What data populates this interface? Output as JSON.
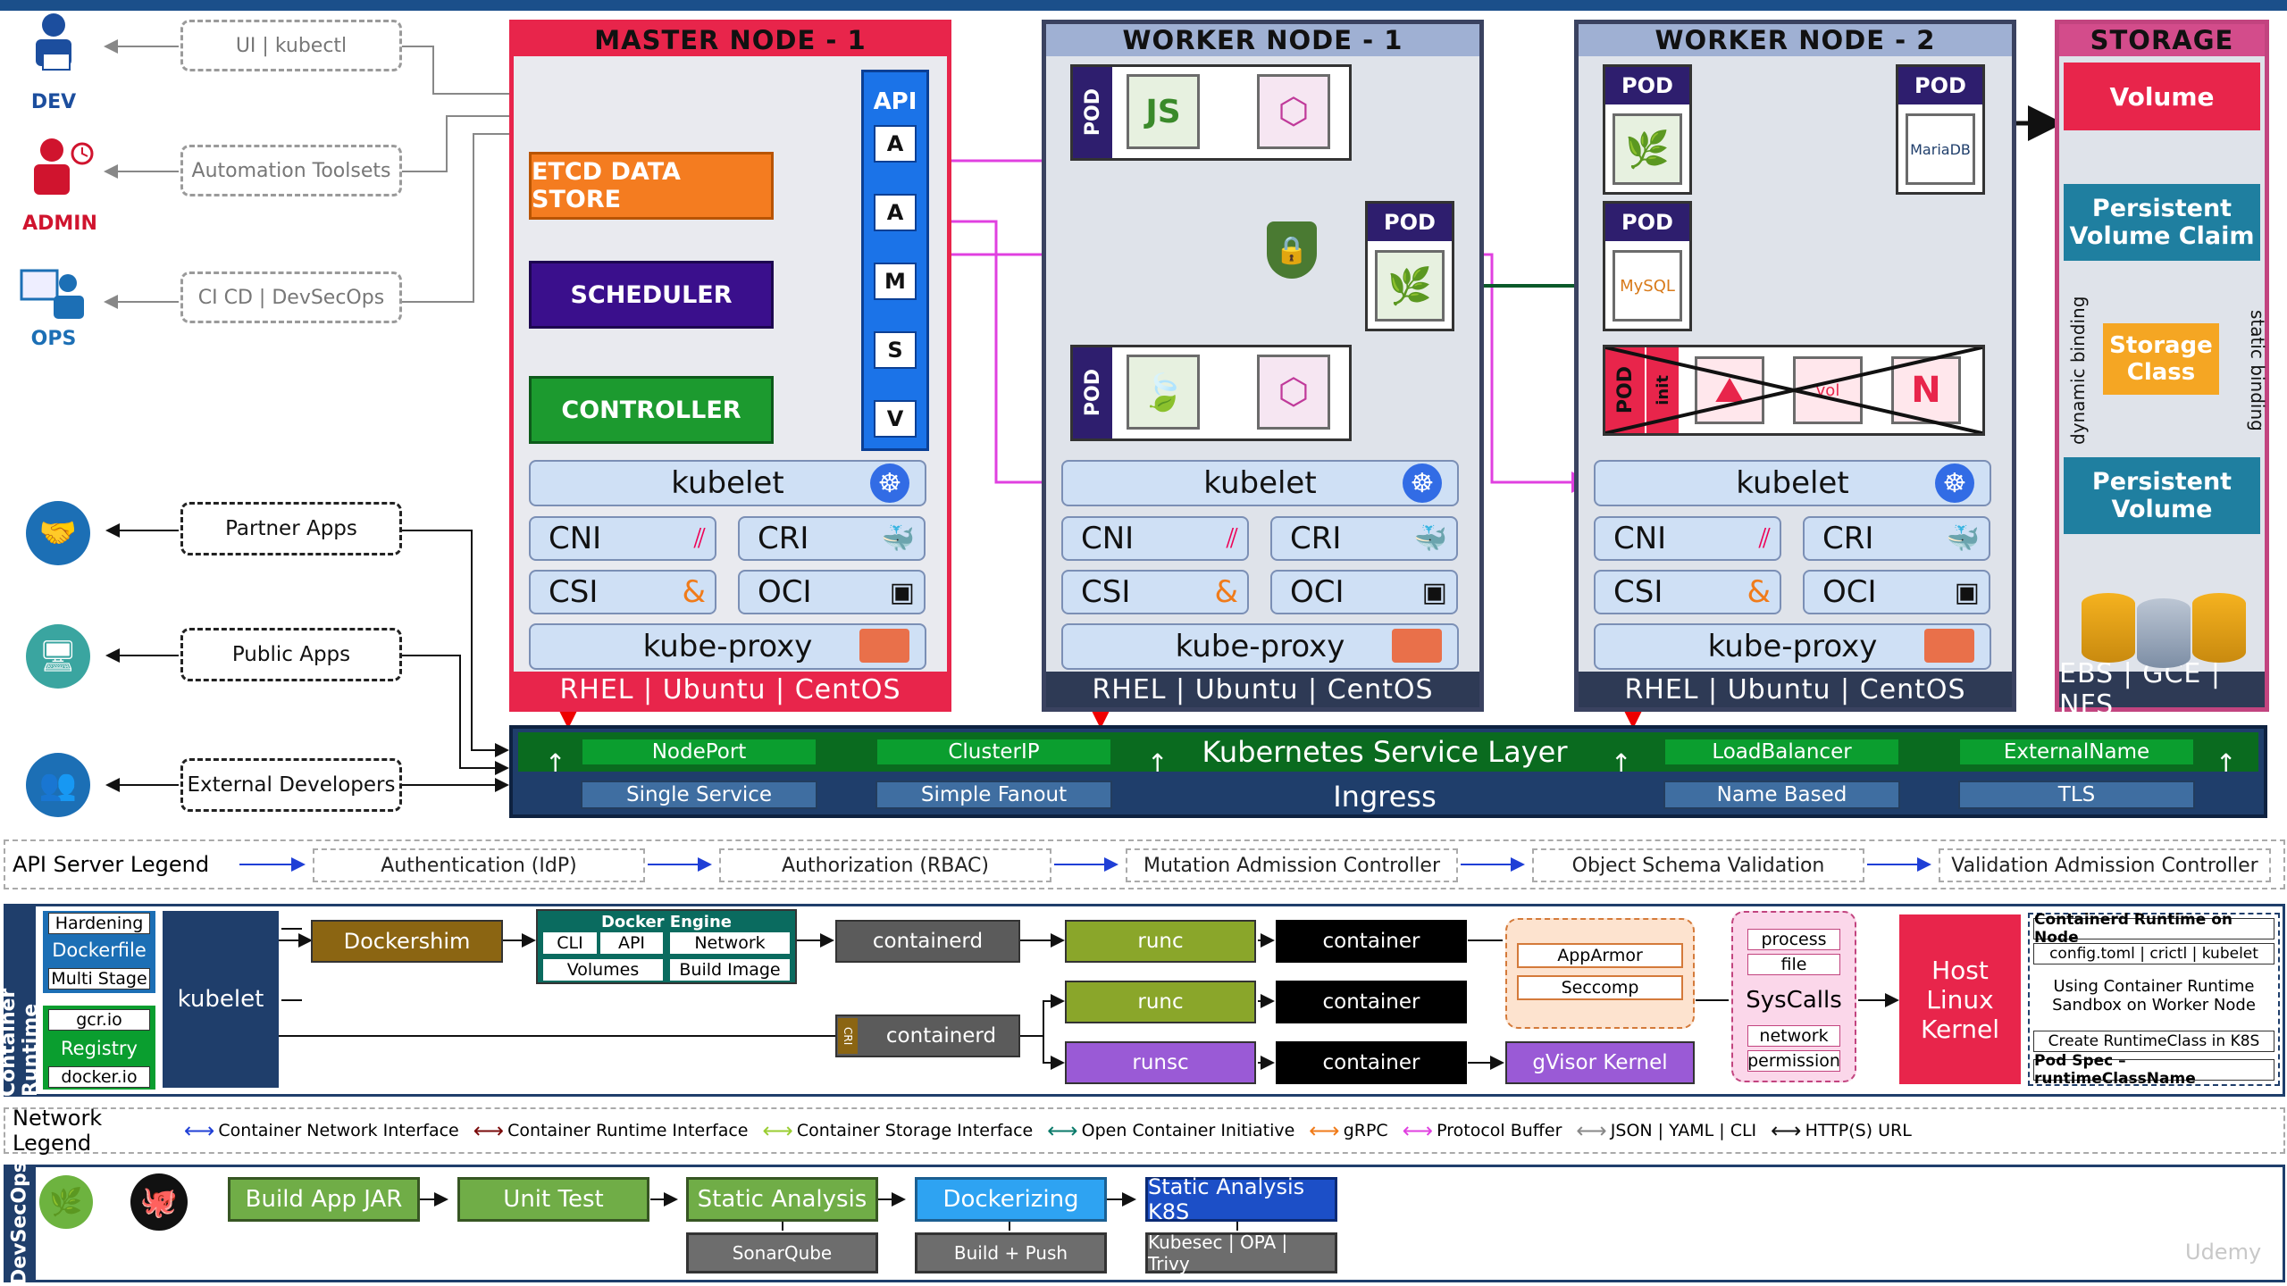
{
  "actors": {
    "dev": {
      "label": "DEV",
      "icon": "developer-icon"
    },
    "admin": {
      "label": "ADMIN",
      "icon": "admin-icon"
    },
    "ops": {
      "label": "OPS",
      "icon": "ops-icon"
    }
  },
  "clients": {
    "ui": "UI | kubectl",
    "automation": "Automation Toolsets",
    "cicd": "CI CD | DevSecOps",
    "partner": "Partner Apps",
    "public": "Public Apps",
    "external": "External Developers"
  },
  "master": {
    "title": "MASTER NODE - 1",
    "etcd": "ETCD DATA STORE",
    "scheduler": "SCHEDULER",
    "controller": "CONTROLLER",
    "api": {
      "title": "API",
      "stages": [
        "A",
        "A",
        "M",
        "S",
        "V"
      ]
    },
    "kubelet": "kubelet",
    "cni": "CNI",
    "cri": "CRI",
    "csi": "CSI",
    "oci": "OCI",
    "kubeproxy": "kube-proxy",
    "os": "RHEL | Ubuntu | CentOS"
  },
  "worker1": {
    "title": "WORKER NODE - 1",
    "pod_label": "POD",
    "kubelet": "kubelet",
    "cni": "CNI",
    "cri": "CRI",
    "csi": "CSI",
    "oci": "OCI",
    "kubeproxy": "kube-proxy",
    "os": "RHEL | Ubuntu | CentOS"
  },
  "worker2": {
    "title": "WORKER NODE - 2",
    "pod_label": "POD",
    "init_label": "init",
    "mariadb": "MariaDB",
    "mysql": "MySQL",
    "vol": "vol",
    "kubelet": "kubelet",
    "cni": "CNI",
    "cri": "CRI",
    "csi": "CSI",
    "oci": "OCI",
    "kubeproxy": "kube-proxy",
    "os": "RHEL | Ubuntu | CentOS"
  },
  "storage": {
    "title": "STORAGE",
    "volume": "Volume",
    "pvc": "Persistent Volume Claim",
    "storage_class": "Storage Class",
    "pv": "Persistent Volume",
    "dynamic": "dynamic binding",
    "static": "static binding",
    "foot": "EBS | GCE | NFS"
  },
  "service_layer": {
    "title": "Kubernetes Service Layer",
    "ingress": "Ingress",
    "services": [
      "NodePort",
      "ClusterIP",
      "LoadBalancer",
      "ExternalName"
    ],
    "ingress_types": [
      "Single Service",
      "Simple Fanout",
      "Name Based",
      "TLS"
    ]
  },
  "api_legend": {
    "title": "API Server Legend",
    "steps": [
      "Authentication (IdP)",
      "Authorization (RBAC)",
      "Mutation Admission Controller",
      "Object Schema Validation",
      "Validation Admission Controller"
    ]
  },
  "container_runtime": {
    "side": "Container Runtime",
    "hardening": "Hardening",
    "dockerfile": "Dockerfile",
    "multistage": "Multi Stage",
    "gcr": "gcr.io",
    "registry": "Registry",
    "dockerio": "docker.io",
    "kubelet": "kubelet",
    "dockershim": "Dockershim",
    "docker_engine": "Docker Engine",
    "de_items": [
      "CLI",
      "API",
      "Network",
      "Volumes",
      "Build Image"
    ],
    "containerd": "containerd",
    "cri": "CRI",
    "runc": "runc",
    "runsc": "runsc",
    "container": "container",
    "apparmor": "AppArmor",
    "seccomp": "Seccomp",
    "gvisor": "gVisor Kernel",
    "process": "process",
    "file": "file",
    "syscalls": "SysCalls",
    "network": "network",
    "permission": "permission",
    "host_kernel": "Host Linux Kernel",
    "notes": [
      "Containerd Runtime on Node",
      "config.toml | crictl | kubelet",
      "Using Container Runtime Sandbox on Worker Node",
      "Create RuntimeClass in K8S",
      "Pod Spec – runtimeClassName"
    ]
  },
  "network_legend": {
    "title": "Network Legend",
    "items": [
      "Container Network Interface",
      "Container Runtime Interface",
      "Container Storage Interface",
      "Open Container Initiative",
      "gRPC",
      "Protocol Buffer",
      "JSON | YAML | CLI",
      "HTTP(S) URL"
    ],
    "colors": [
      "#1f3fd6",
      "#7a0a0a",
      "#9acd32",
      "#0a7a6a",
      "#f07b1a",
      "#e040e0",
      "#888888",
      "#111111"
    ]
  },
  "devsecops": {
    "side": "DevSecOps",
    "steps": [
      "Build App JAR",
      "Unit Test",
      "Static Analysis",
      "Dockerizing",
      "Static Analysis K8S"
    ],
    "tools": [
      "SonarQube",
      "Build + Push",
      "Kubesec | OPA | Trivy"
    ]
  },
  "watermark": "Udemy",
  "colors": {
    "master": "#e8254b",
    "worker_title": "#9fb0d3",
    "storage": "#d34c8b",
    "api": "#1b73e8",
    "etcd": "#f47c20",
    "scheduler": "#3a0f8c",
    "controller": "#1c9a2f",
    "service": "#0b9e2f",
    "ingress": "#1f3e6b"
  }
}
